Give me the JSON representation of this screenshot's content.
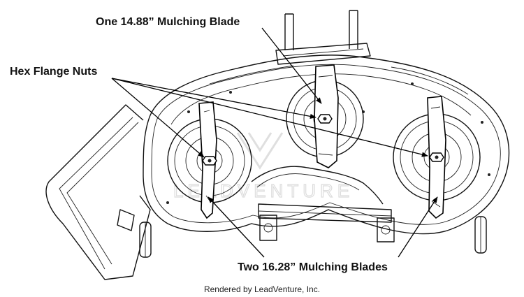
{
  "callouts": {
    "top_blade": "One 14.88” Mulching Blade",
    "hex_nuts": "Hex Flange Nuts",
    "side_blades": "Two 16.28” Mulching Blades"
  },
  "credit": "Rendered by LeadVenture, Inc.",
  "watermark": "LEADVENTURE"
}
